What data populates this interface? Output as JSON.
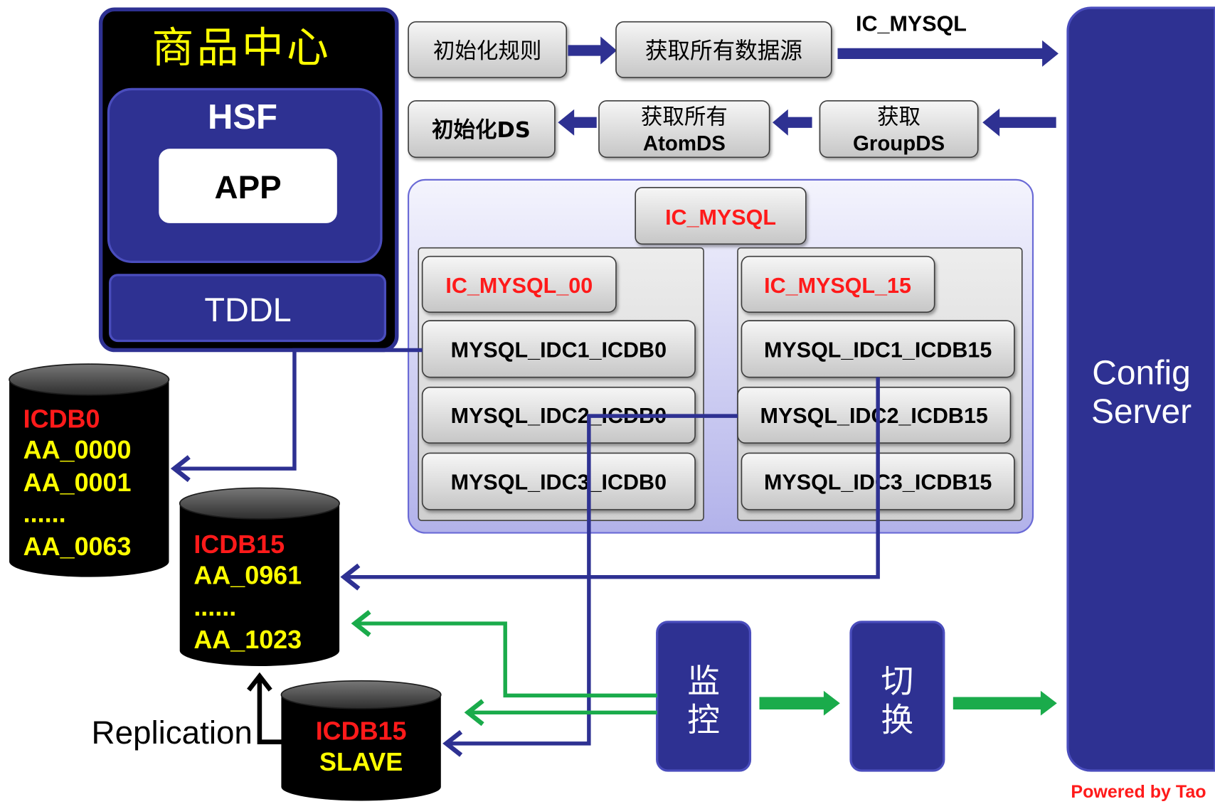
{
  "product_center": {
    "title": "商品中心",
    "hsf_label": "HSF",
    "app_label": "APP",
    "tddl_label": "TDDL"
  },
  "init_flow": {
    "init_rules": "初始化规则",
    "fetch_all_datasources": "获取所有数据源",
    "datasource_arrow_label": "IC_MYSQL"
  },
  "ds_flow": {
    "init_ds": "初始化DS",
    "fetch_atom_ds": [
      "获取所有",
      "AtomDS"
    ],
    "fetch_group_ds": [
      "获取",
      "GroupDS"
    ]
  },
  "datasource_tree": {
    "root": "IC_MYSQL",
    "groups": [
      {
        "name": "IC_MYSQL_00",
        "atoms": [
          "MYSQL_IDC1_ICDB0",
          "MYSQL_IDC2_ICDB0",
          "MYSQL_IDC3_ICDB0"
        ]
      },
      {
        "name": "IC_MYSQL_15",
        "atoms": [
          "MYSQL_IDC1_ICDB15",
          "MYSQL_IDC2_ICDB15",
          "MYSQL_IDC3_ICDB15"
        ]
      }
    ]
  },
  "config_server": {
    "label_lines": [
      "Config",
      "Server"
    ]
  },
  "databases": [
    {
      "name": "ICDB0",
      "tables": [
        "AA_0000",
        "AA_0001",
        "......",
        "AA_0063"
      ]
    },
    {
      "name": "ICDB15",
      "tables": [
        "AA_0961",
        "......",
        "AA_1023"
      ]
    },
    {
      "name": "ICDB15",
      "role": "SLAVE"
    }
  ],
  "replication_label": "Replication",
  "monitor": {
    "label_chars": [
      "监",
      "控"
    ]
  },
  "switch": {
    "label_chars": [
      "切",
      "换"
    ]
  },
  "footer": "Powered by Tao",
  "colors": {
    "primary_blue": "#2e3192",
    "flow_green": "#1aab4b",
    "label_red": "#ff1a1a",
    "label_yellow": "#ffff00"
  }
}
